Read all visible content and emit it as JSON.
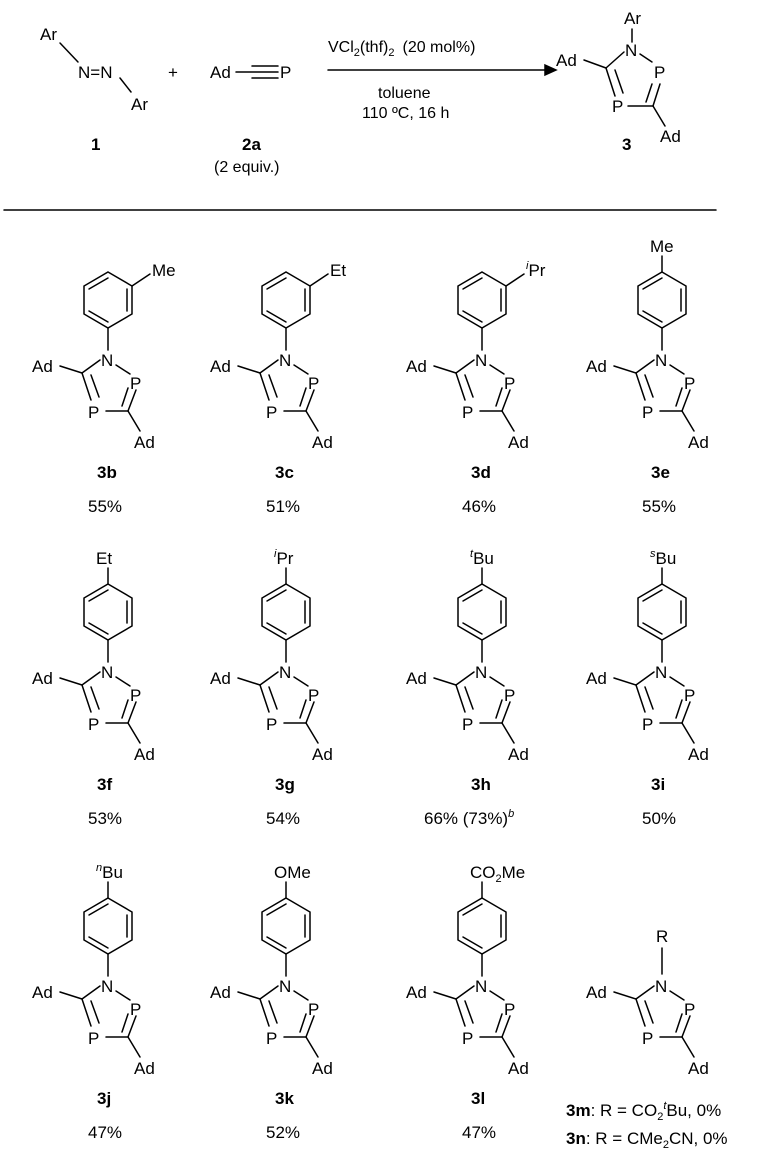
{
  "reaction": {
    "reactant1": {
      "label": "1",
      "sub_top": "Ar",
      "sub_bottom": "Ar",
      "core": "N=N"
    },
    "plus": "+",
    "reactant2": {
      "label": "2a",
      "note": "(2 equiv.)",
      "left": "Ad",
      "right": "P"
    },
    "conditions": {
      "catalyst_main": "VCl",
      "catalyst_sub": "2",
      "catalyst_rest": "(thf)",
      "catalyst_sub2": "2",
      "loading": "(20 mol%)",
      "solvent": "toluene",
      "temp_time": "110 ºC, 16 h"
    },
    "product": {
      "label": "3",
      "n_sub": "Ar"
    }
  },
  "atoms": {
    "N": "N",
    "P": "P",
    "Ad": "Ad"
  },
  "compounds": [
    {
      "id": "3b",
      "yield": "55%",
      "substituent": "Me",
      "position": "meta"
    },
    {
      "id": "3c",
      "yield": "51%",
      "substituent": "Et",
      "position": "meta"
    },
    {
      "id": "3d",
      "yield": "46%",
      "sub_pre": "i",
      "substituent": "Pr",
      "position": "meta"
    },
    {
      "id": "3e",
      "yield": "55%",
      "substituent": "Me",
      "position": "para"
    },
    {
      "id": "3f",
      "yield": "53%",
      "substituent": "Et",
      "position": "para"
    },
    {
      "id": "3g",
      "yield": "54%",
      "sub_pre": "i",
      "substituent": "Pr",
      "position": "para"
    },
    {
      "id": "3h",
      "yield": "66% (73%)",
      "yield_sup": "b",
      "sub_pre": "t",
      "substituent": "Bu",
      "position": "para"
    },
    {
      "id": "3i",
      "yield": "50%",
      "sub_pre": "s",
      "substituent": "Bu",
      "position": "para"
    },
    {
      "id": "3j",
      "yield": "47%",
      "sub_pre": "n",
      "substituent": "Bu",
      "position": "para"
    },
    {
      "id": "3k",
      "yield": "52%",
      "substituent": "OMe",
      "position": "para"
    },
    {
      "id": "3l",
      "yield": "47%",
      "substituent": "CO",
      "sub_sub": "2",
      "sub_post": "Me",
      "position": "para"
    }
  ],
  "failed": {
    "n_sub": "R",
    "entries": [
      {
        "id": "3m",
        "text_a": ": R = CO",
        "sub": "2",
        "sup": "t",
        "text_b": "Bu, 0%"
      },
      {
        "id": "3n",
        "text_a": ": R = CMe",
        "sub": "2",
        "text_b": "CN, 0%"
      }
    ]
  }
}
